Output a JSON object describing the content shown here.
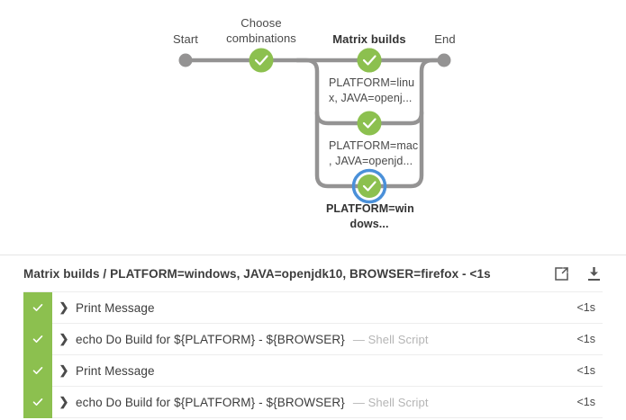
{
  "graph": {
    "stages": [
      {
        "name": "start-node",
        "label": "Start",
        "type": "endpoint",
        "status": "idle"
      },
      {
        "name": "stage-choose-combinations",
        "label": "Choose\ncombinations",
        "type": "stage",
        "status": "success"
      },
      {
        "name": "stage-matrix-builds",
        "label": "Matrix builds",
        "type": "stage",
        "status": "success",
        "selected_parent": true
      },
      {
        "name": "end-node",
        "label": "End",
        "type": "endpoint",
        "status": "idle"
      }
    ],
    "branches": [
      {
        "label": "PLATFORM=linu\nx, JAVA=openj...",
        "status": "success",
        "selected": false
      },
      {
        "label": "PLATFORM=mac\n, JAVA=openjd...",
        "status": "success",
        "selected": false
      },
      {
        "label": "PLATFORM=win\ndows...",
        "status": "success",
        "selected": true
      }
    ],
    "colors": {
      "success": "#8cc04f",
      "idle": "#949393",
      "line": "#949393",
      "selected_ring": "#4a90d9"
    }
  },
  "log_header": {
    "title": "Matrix builds / PLATFORM=windows, JAVA=openjdk10, BROWSER=firefox - <1s",
    "actions": [
      {
        "name": "open-in-new-window-button",
        "icon": "external-link-icon"
      },
      {
        "name": "download-logs-button",
        "icon": "download-icon"
      }
    ]
  },
  "steps": [
    {
      "status": "success",
      "name": "Print Message",
      "type": "",
      "duration": "<1s"
    },
    {
      "status": "success",
      "name": "echo Do Build for ${PLATFORM} - ${BROWSER}",
      "type": "— Shell Script",
      "duration": "<1s"
    },
    {
      "status": "success",
      "name": "Print Message",
      "type": "",
      "duration": "<1s"
    },
    {
      "status": "success",
      "name": "echo Do Build for ${PLATFORM} - ${BROWSER}",
      "type": "— Shell Script",
      "duration": "<1s"
    }
  ]
}
